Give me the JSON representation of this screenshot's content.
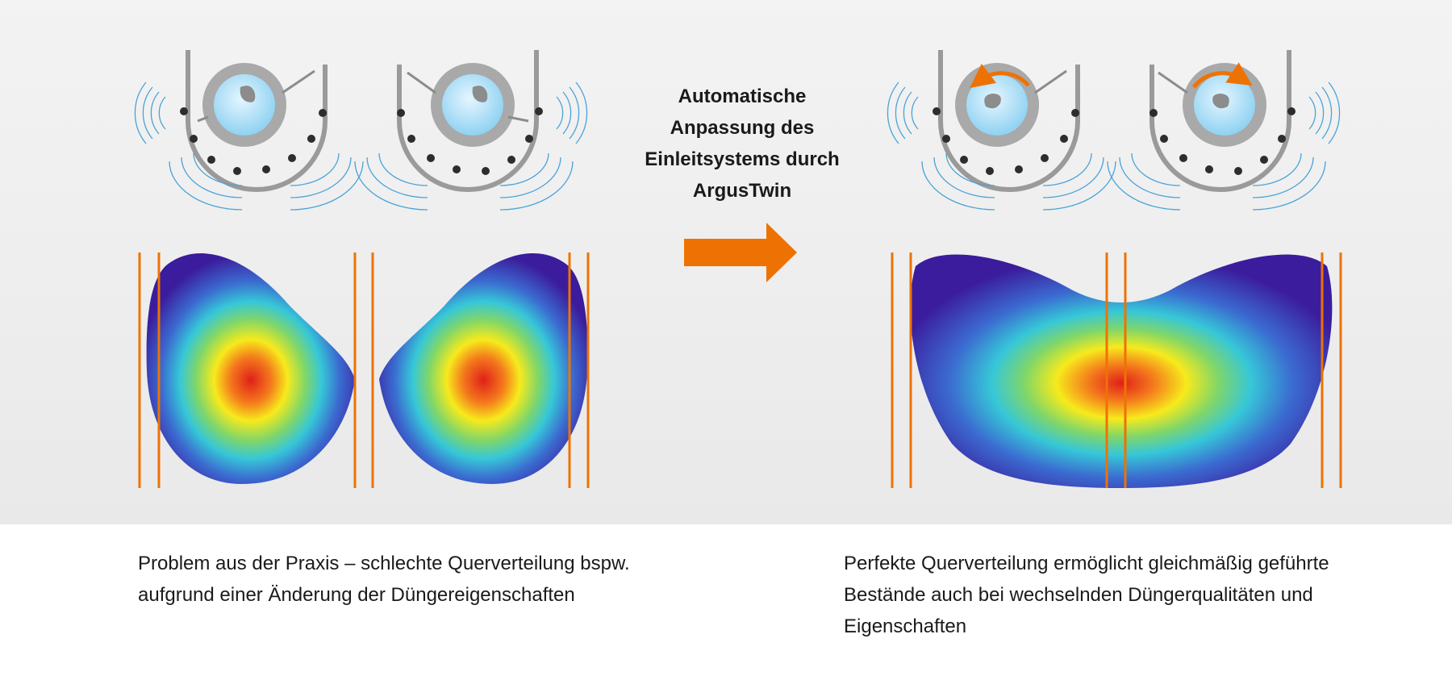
{
  "headline": {
    "line1": "Automatische",
    "line2": "Anpassung des",
    "line3": "Einleitsystems durch",
    "line4": "ArgusTwin"
  },
  "captions": {
    "left_line1": "Problem aus der Praxis – schlechte Querverteilung bspw.",
    "left_line2": "aufgrund einer Änderung der Düngereigenschaften",
    "right_line1": "Perfekte Querverteilung ermöglicht gleichmäßig geführte",
    "right_line2": "Bestände auch bei wechselnden Düngerqualitäten und",
    "right_line3": "Eigenschaften"
  },
  "colors": {
    "accent_orange": "#ee7203",
    "sensor_blue": "#4aa3d8",
    "heat_low": "#3b1c9c",
    "heat_mid": "#36c7d8",
    "heat_high": "#f7ea1c",
    "heat_peak": "#e0201a"
  },
  "icons": [
    "spreader-disc-icon",
    "sensor-wave-icon",
    "rotation-arrow-icon",
    "right-arrow-icon"
  ]
}
